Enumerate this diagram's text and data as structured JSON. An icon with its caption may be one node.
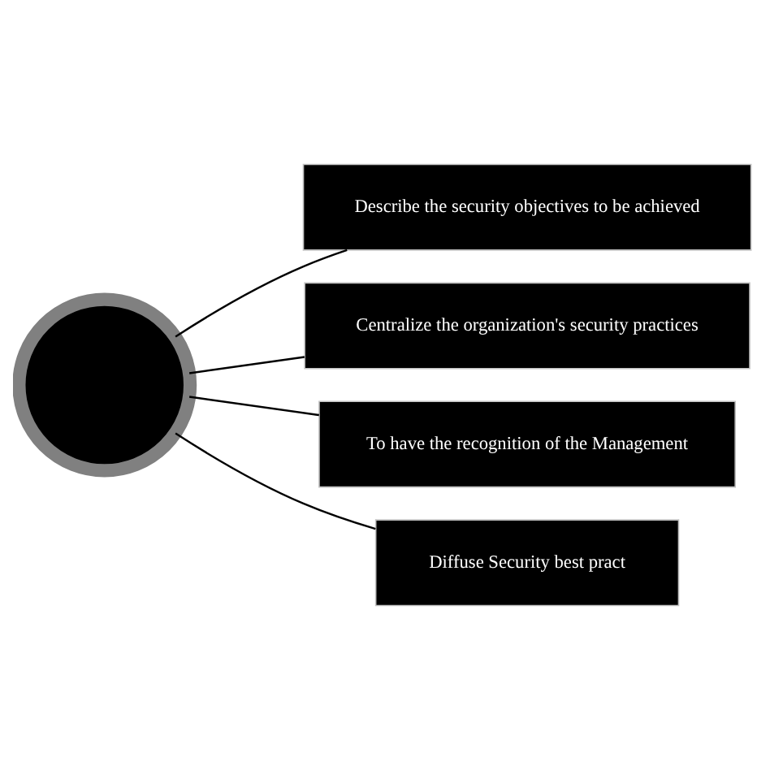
{
  "diagram": {
    "nodes": [
      {
        "text": [],
        "shape": "circle"
      },
      {
        "text": [
          "Describe the security objectives to be achieved"
        ]
      },
      {
        "text": [
          "Centralize the organization's security practices"
        ]
      },
      {
        "text": [
          "To have the recognition of the Management"
        ]
      },
      {
        "text": [
          "Diffuse Security best pract"
        ]
      }
    ],
    "edges": [
      {
        "from": 0,
        "to": 1,
        "arrow": "none"
      },
      {
        "from": 0,
        "to": 2,
        "arrow": "none"
      },
      {
        "from": 0,
        "to": 3,
        "arrow": "none"
      },
      {
        "from": 0,
        "to": 4,
        "arrow": "none"
      }
    ]
  }
}
